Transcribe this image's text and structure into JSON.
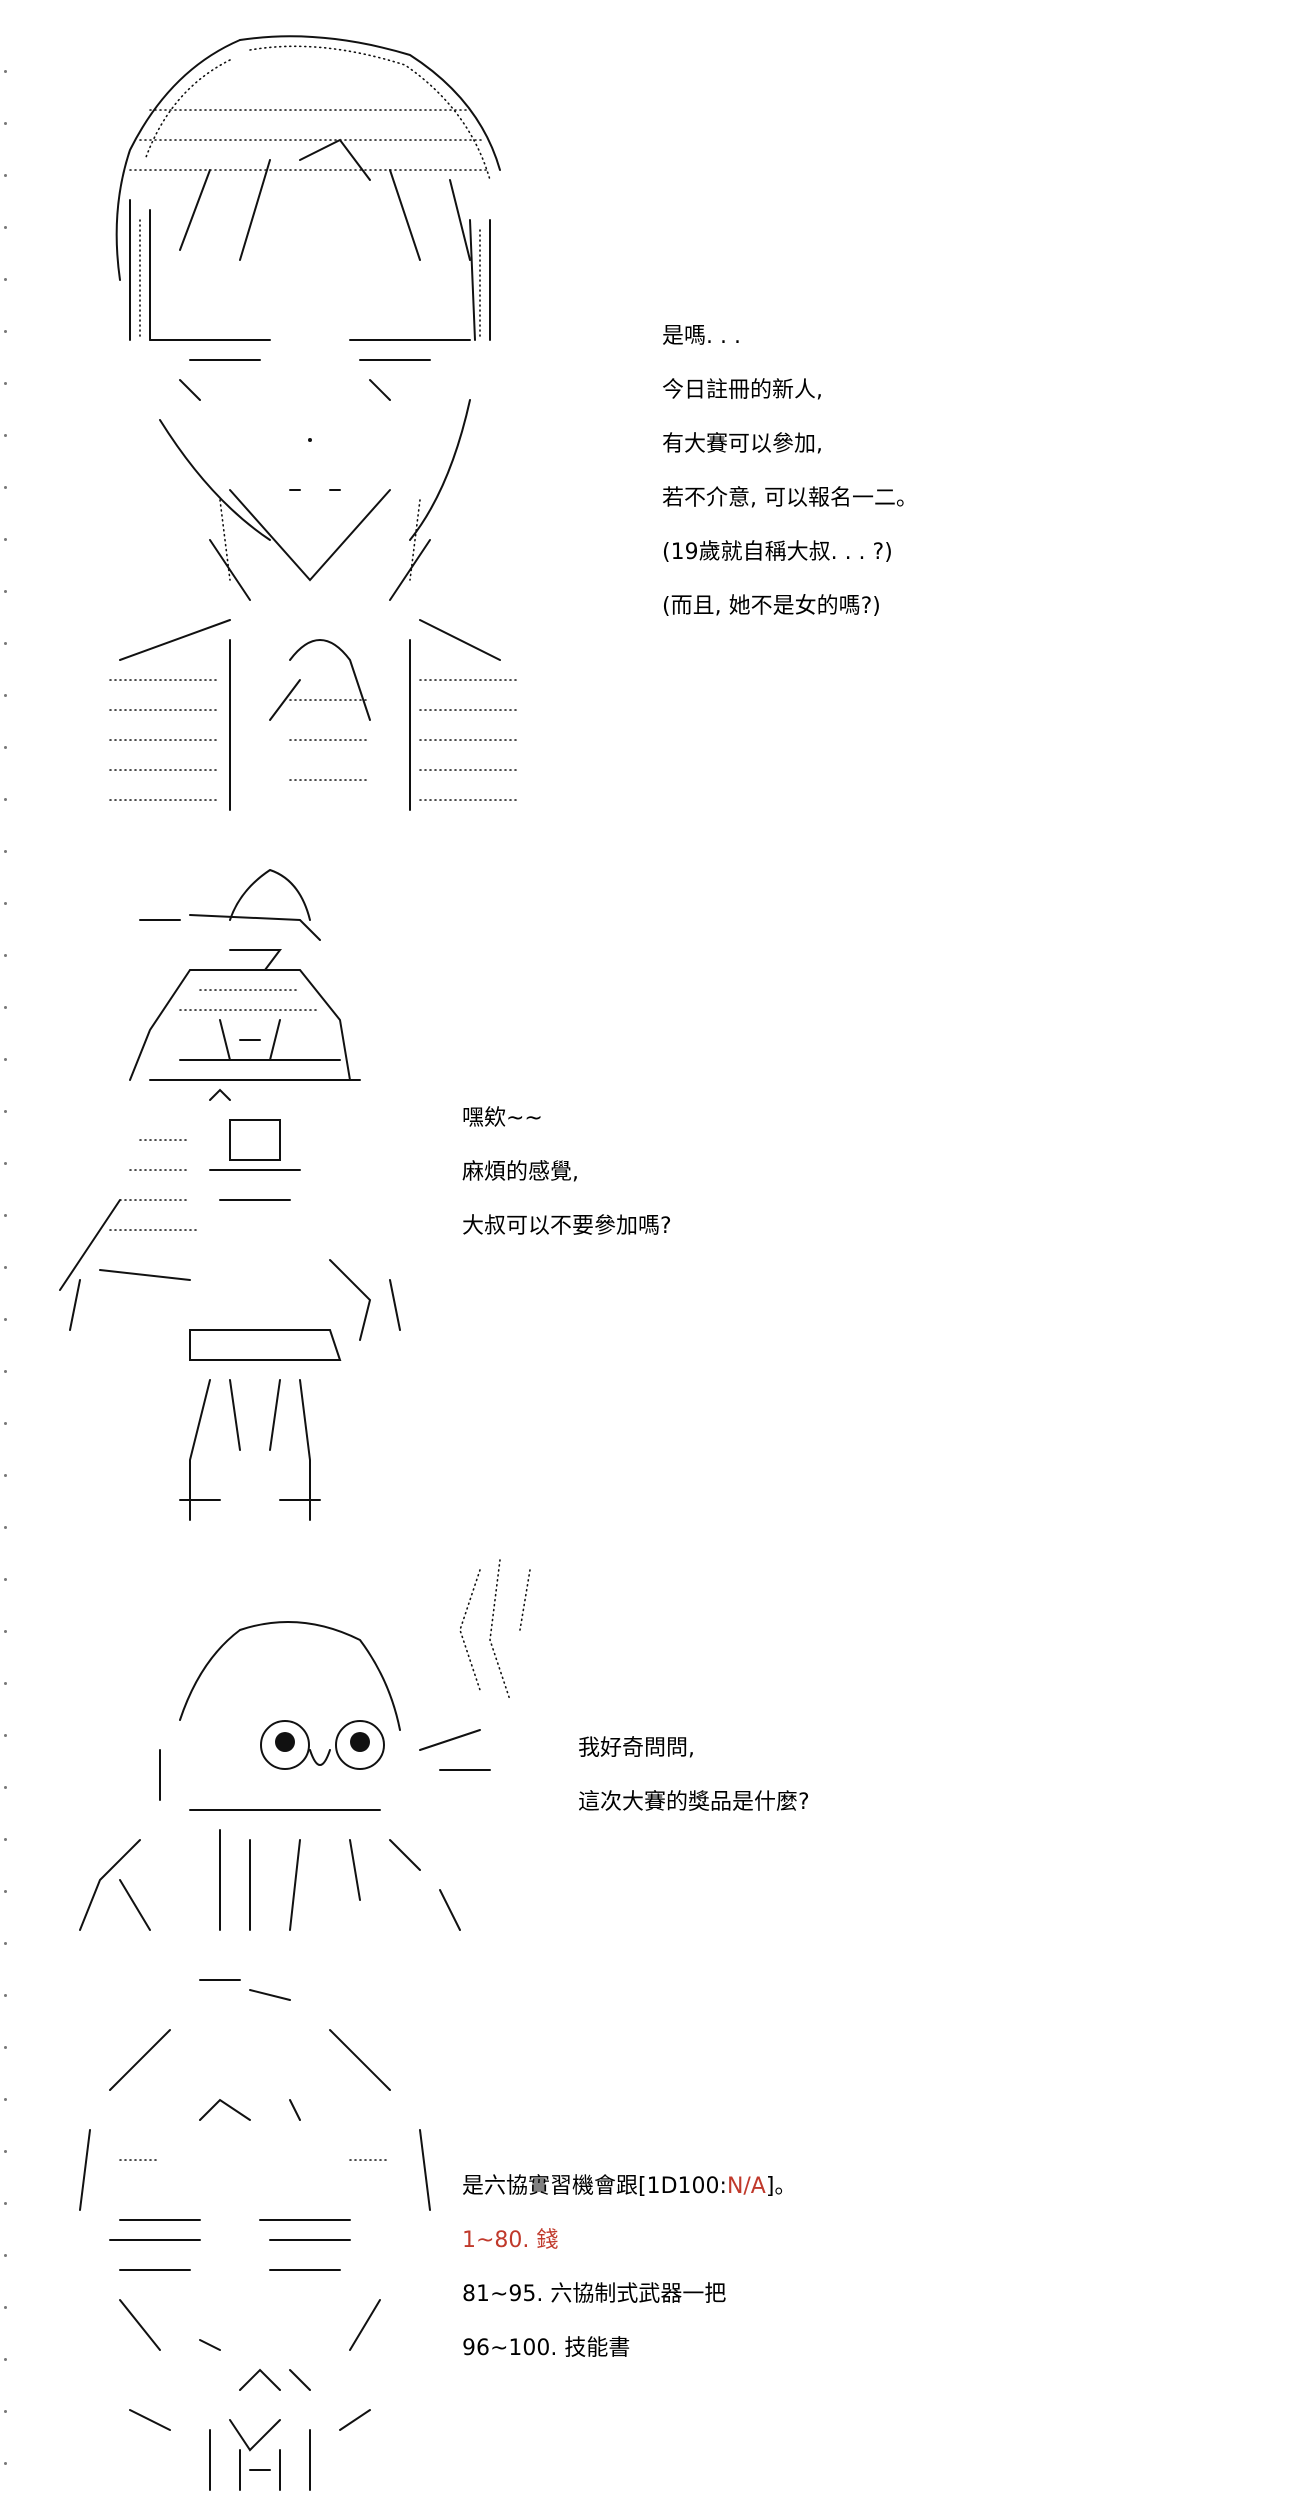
{
  "panels": [
    {
      "id": "panel-1",
      "lines": [
        "是嗎. . .",
        "今日註冊的新人,",
        "有大賽可以參加,",
        "若不介意, 可以報名一二。",
        "(19歲就自稱大叔. . . ?)",
        "(而且, 她不是女的嗎?)"
      ]
    },
    {
      "id": "panel-2",
      "lines": [
        "嘿欸~~",
        "麻煩的感覺,",
        "大叔可以不要參加嗎?"
      ]
    },
    {
      "id": "panel-3",
      "lines": [
        "我好奇問問,",
        "這次大賽的獎品是什麼?"
      ]
    },
    {
      "id": "panel-4",
      "roll_prefix": "是六協實習機會跟[1D100:",
      "roll_result": "N/A",
      "roll_suffix": "]。",
      "options": [
        "1~80. 錢",
        "81~95. 六協制式武器一把",
        "96~100. 技能書"
      ],
      "highlight_color": "#c0392b"
    }
  ]
}
